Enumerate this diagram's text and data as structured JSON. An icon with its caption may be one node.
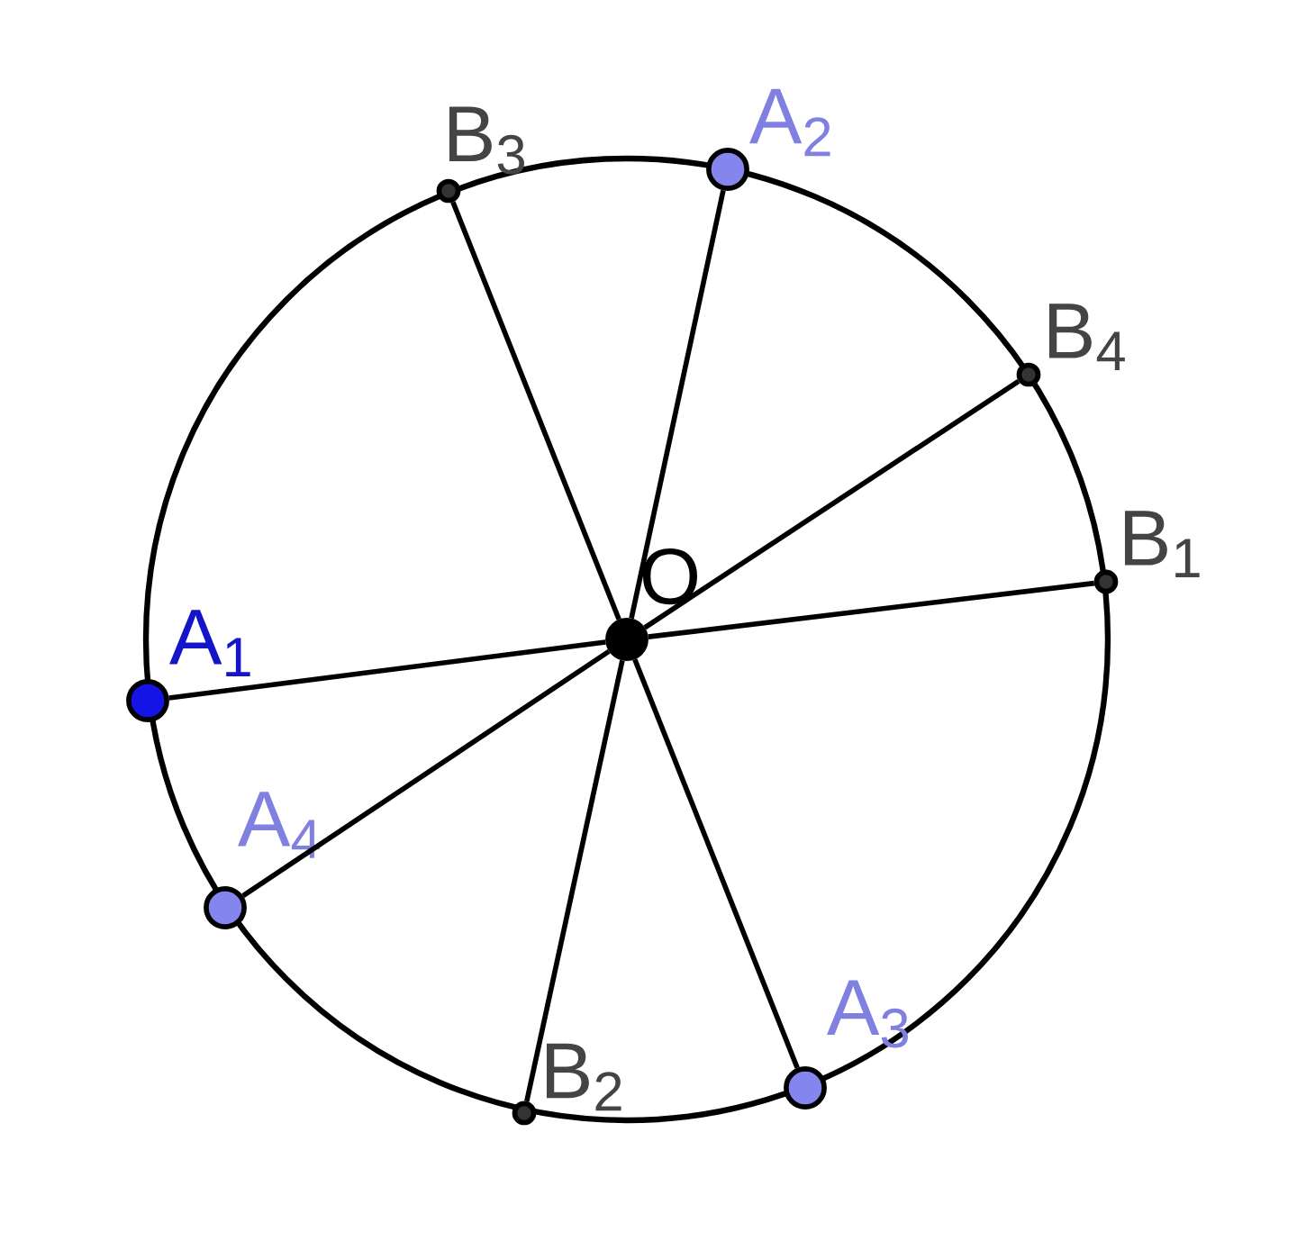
{
  "diagram": {
    "nodes": [
      {
        "text": [],
        "shape": "circle",
        "beside": [
          "O"
        ]
      },
      {
        "text": [],
        "shape": "circle",
        "beside": [
          "A$_{1}$"
        ]
      },
      {
        "text": [],
        "shape": "circle",
        "beside": [
          "B$_{1}$"
        ]
      },
      {
        "text": [],
        "shape": "circle",
        "beside": [
          "A$_{2}$"
        ]
      },
      {
        "text": [],
        "shape": "circle",
        "beside": [
          "B$_{2}$"
        ]
      },
      {
        "text": [],
        "shape": "circle",
        "beside": [
          "A$_{3}$"
        ]
      },
      {
        "text": [],
        "shape": "circle",
        "beside": [
          "B$_{3}$"
        ]
      },
      {
        "text": [],
        "shape": "circle",
        "beside": [
          "A$_{4}$"
        ]
      },
      {
        "text": [],
        "shape": "circle",
        "beside": [
          "B$_{4}$"
        ]
      }
    ],
    "edges": [
      {
        "from": 1,
        "to": 0,
        "arrow": "none"
      },
      {
        "from": 0,
        "to": 2,
        "arrow": "none"
      },
      {
        "from": 3,
        "to": 0,
        "arrow": "none"
      },
      {
        "from": 0,
        "to": 4,
        "arrow": "none"
      },
      {
        "from": 6,
        "to": 0,
        "arrow": "none"
      },
      {
        "from": 0,
        "to": 5,
        "arrow": "none"
      },
      {
        "from": 7,
        "to": 0,
        "arrow": "none"
      },
      {
        "from": 0,
        "to": 8,
        "arrow": "none"
      }
    ]
  }
}
